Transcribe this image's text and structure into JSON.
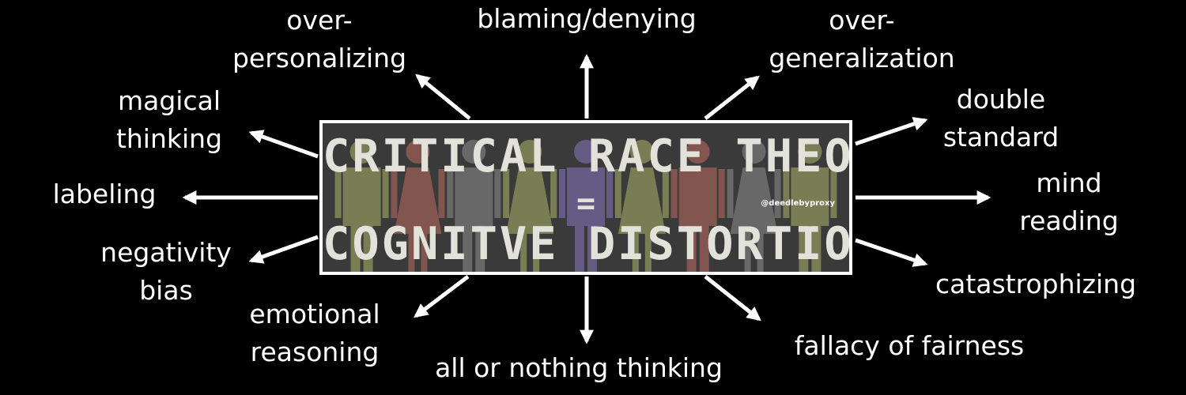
{
  "center": {
    "title_top": "CRITICAL RACE THEORY",
    "equals": "=",
    "title_bottom": "COGNITVE DISTORTION",
    "handle": "@deedlebyproxy"
  },
  "labels": {
    "over_personalizing": [
      "over-",
      "personalizing"
    ],
    "blaming_denying": [
      "blaming/denying"
    ],
    "over_generalization": [
      "over-",
      "generalization"
    ],
    "magical_thinking": [
      "magical",
      "thinking"
    ],
    "double_standard": [
      "double",
      "standard"
    ],
    "labeling": [
      "labeling"
    ],
    "mind_reading": [
      "mind",
      "reading"
    ],
    "negativity_bias": [
      "negativity",
      "bias"
    ],
    "catastrophizing": [
      "catastrophizing"
    ],
    "emotional_reasoning": [
      "emotional",
      "reasoning"
    ],
    "all_or_nothing": [
      "all or nothing thinking"
    ],
    "fallacy_of_fairness": [
      "fallacy of fairness"
    ]
  },
  "colors": {
    "background": "#000000",
    "box_fill": "#3a3a3a",
    "box_border": "#ffffff",
    "title_text": "#e2e2da",
    "arrow": "#ffffff",
    "label_text": "#ffffff",
    "figures": [
      "#7f8556",
      "#8a5a52",
      "#6e6e6e",
      "#7f8556",
      "#6a5f8e",
      "#7f8556",
      "#8a5a52",
      "#6e6e6e",
      "#7f8556"
    ]
  }
}
